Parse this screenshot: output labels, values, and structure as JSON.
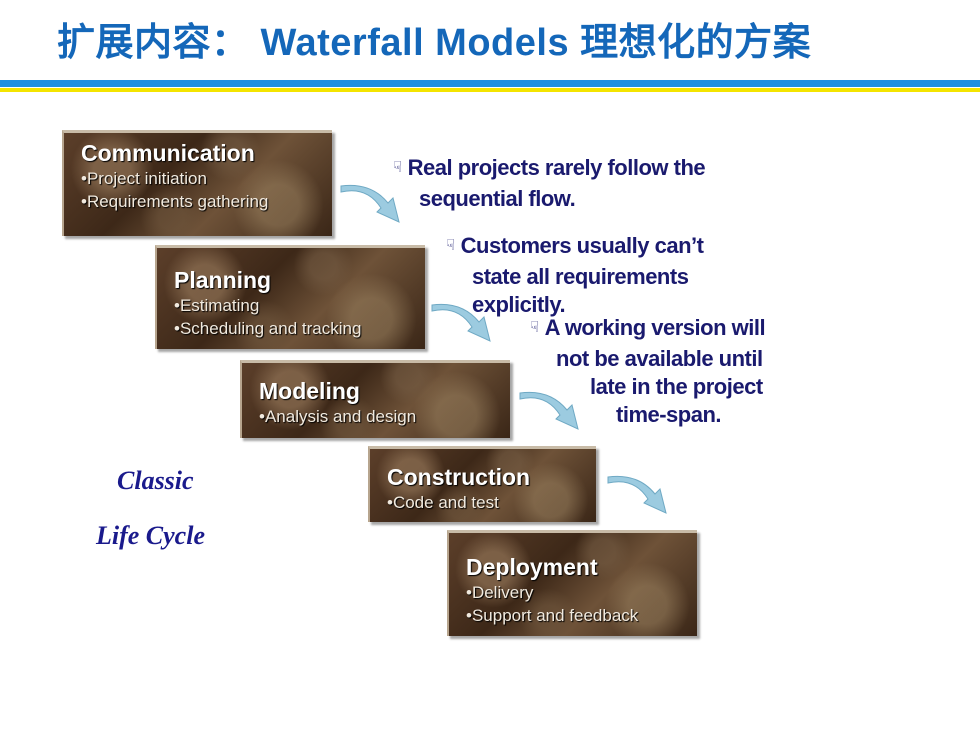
{
  "header": {
    "title": "扩展内容： Waterfall Models 理想化的方案"
  },
  "stages": [
    {
      "title": "Communication",
      "items": [
        "Project initiation",
        "Requirements gathering"
      ]
    },
    {
      "title": "Planning",
      "items": [
        "Estimating",
        "Scheduling and tracking"
      ]
    },
    {
      "title": "Modeling",
      "items": [
        "Analysis and design"
      ]
    },
    {
      "title": "Construction",
      "items": [
        "Code and test"
      ]
    },
    {
      "title": "Deployment",
      "items": [
        "Delivery",
        "Support and feedback"
      ]
    }
  ],
  "notes": [
    {
      "lines": [
        "Real projects rarely follow the",
        "sequential flow."
      ]
    },
    {
      "lines": [
        "Customers usually can’t",
        "state all requirements",
        "explicitly."
      ]
    },
    {
      "lines": [
        "A working version will",
        "not be available until",
        "late in the project",
        "time-span."
      ]
    }
  ],
  "side_label": {
    "line1": "Classic",
    "line2": "Life Cycle"
  },
  "colors": {
    "title": "#1467b9",
    "rule_blue": "#1f8fe0",
    "rule_yellow": "#f4e400",
    "note_text": "#1a1a6e",
    "side_label": "#1a1a8c",
    "arrow": "#9ccbe0"
  },
  "icons": {
    "note_bullet": "pointing-hand-icon",
    "stage_arrow": "curved-arrow-icon"
  }
}
